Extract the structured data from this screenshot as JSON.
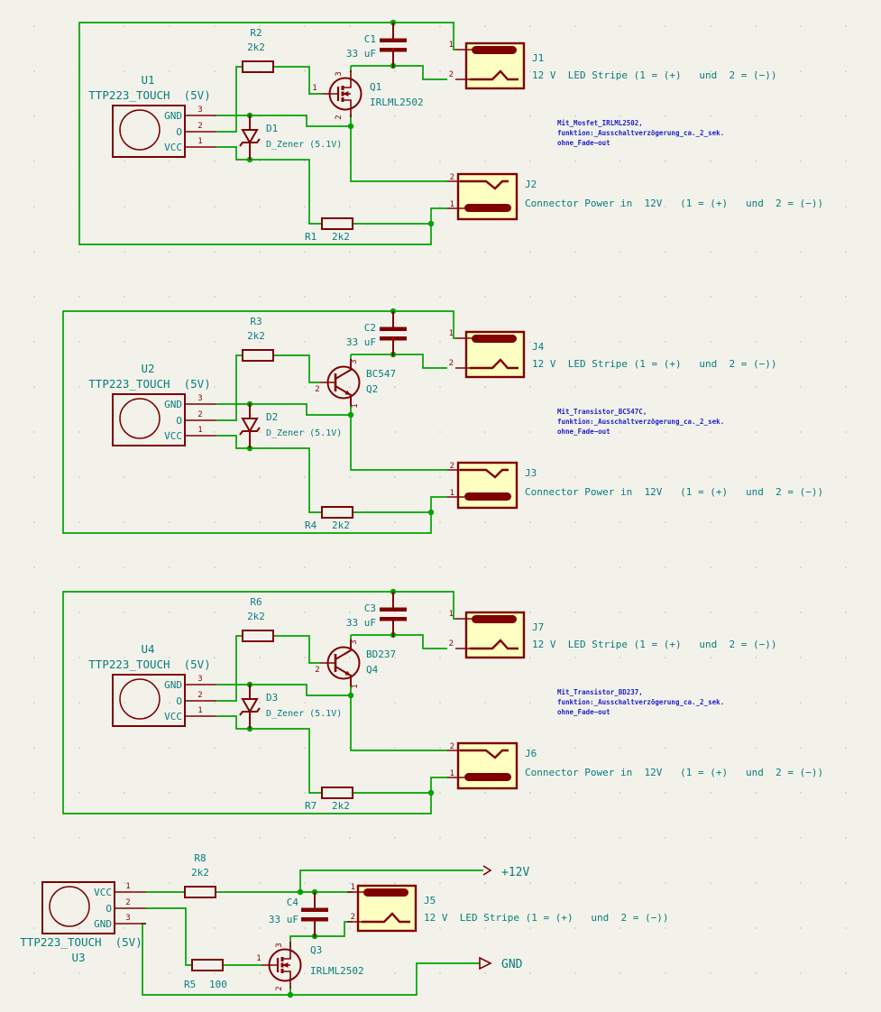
{
  "app": {
    "name": "KiCad schematic canvas"
  },
  "colors": {
    "background": "#F2F2EB",
    "wire": "#00A300",
    "component_outline": "#800000",
    "component_fill": "#FFFFC2",
    "field_text": "#0A7C7C",
    "pin_number": "#8B0000",
    "note_text": "#1D1DC8"
  },
  "circuits": [
    {
      "ic": {
        "ref": "U1",
        "value": "TTP223_TOUCH  (5V)",
        "pins": {
          "top": {
            "num": "3",
            "name": "GND"
          },
          "mid": {
            "num": "2",
            "name": "O"
          },
          "bot": {
            "num": "1",
            "name": "VCC"
          }
        }
      },
      "r_top": {
        "ref": "R2",
        "value": "2k2"
      },
      "cap": {
        "ref": "C1",
        "value": "33 uF"
      },
      "q": {
        "ref": "Q1",
        "value": "IRLML2502",
        "p_top": "3",
        "p_side": "1",
        "p_bot": "2"
      },
      "d": {
        "ref": "D1",
        "value": "D_Zener (5.1V)"
      },
      "r_bot": {
        "ref": "R1",
        "value": "2k2"
      },
      "j_led": {
        "ref": "J1",
        "desc": "12 V  LED Stripe (1 = (+)   und  2 = (−))",
        "p1": "1",
        "p2": "2"
      },
      "j_pwr": {
        "ref": "J2",
        "desc": "Connector Power in  12V   (1 = (+)   und  2 = (−))",
        "p1": "1",
        "p2": "2"
      },
      "note": {
        "l1": "Mit_Mosfet_IRLML2502,",
        "l2": "funktion:_Ausschaltverzögerung_ca._2_sek.",
        "l3": "ohne_Fade−out"
      }
    },
    {
      "ic": {
        "ref": "U2",
        "value": "TTP223_TOUCH  (5V)",
        "pins": {
          "top": {
            "num": "3",
            "name": "GND"
          },
          "mid": {
            "num": "2",
            "name": "O"
          },
          "bot": {
            "num": "1",
            "name": "VCC"
          }
        }
      },
      "r_top": {
        "ref": "R3",
        "value": "2k2"
      },
      "cap": {
        "ref": "C2",
        "value": "33 uF"
      },
      "q": {
        "ref": "Q2",
        "value": "BC547",
        "p_top": "3",
        "p_side": "2",
        "p_bot": "1"
      },
      "d": {
        "ref": "D2",
        "value": "D_Zener (5.1V)"
      },
      "r_bot": {
        "ref": "R4",
        "value": "2k2"
      },
      "j_led": {
        "ref": "J4",
        "desc": "12 V  LED Stripe (1 = (+)   und  2 = (−))",
        "p1": "1",
        "p2": "2"
      },
      "j_pwr": {
        "ref": "J3",
        "desc": "Connector Power in  12V   (1 = (+)   und  2 = (−))",
        "p1": "1",
        "p2": "2"
      },
      "note": {
        "l1": "Mit_Transistor_BC547C,",
        "l2": "funktion:_Ausschaltverzögerung_ca._2_sek.",
        "l3": "ohne_Fade−out"
      }
    },
    {
      "ic": {
        "ref": "U4",
        "value": "TTP223_TOUCH  (5V)",
        "pins": {
          "top": {
            "num": "3",
            "name": "GND"
          },
          "mid": {
            "num": "2",
            "name": "O"
          },
          "bot": {
            "num": "1",
            "name": "VCC"
          }
        }
      },
      "r_top": {
        "ref": "R6",
        "value": "2k2"
      },
      "cap": {
        "ref": "C3",
        "value": "33 uF"
      },
      "q": {
        "ref": "Q4",
        "value": "BD237",
        "p_top": "3",
        "p_side": "2",
        "p_bot": "1"
      },
      "d": {
        "ref": "D3",
        "value": "D_Zener (5.1V)"
      },
      "r_bot": {
        "ref": "R7",
        "value": "2k2"
      },
      "j_led": {
        "ref": "J7",
        "desc": "12 V  LED Stripe (1 = (+)   und  2 = (−))",
        "p1": "1",
        "p2": "2"
      },
      "j_pwr": {
        "ref": "J6",
        "desc": "Connector Power in  12V   (1 = (+)   und  2 = (−))",
        "p1": "1",
        "p2": "2"
      },
      "note": {
        "l1": "Mit_Transistor_BD237,",
        "l2": "funktion:_Ausschaltverzögerung_ca._2_sek.",
        "l3": "ohne_Fade−out"
      }
    },
    {
      "ic": {
        "ref": "U3",
        "value": "TTP223_TOUCH  (5V)",
        "pins": {
          "top": {
            "num": "1",
            "name": "VCC"
          },
          "mid": {
            "num": "2",
            "name": "O"
          },
          "bot": {
            "num": "3",
            "name": "GND"
          }
        }
      },
      "r_top": {
        "ref": "R8",
        "value": "2k2"
      },
      "cap": {
        "ref": "C4",
        "value": "33 uF"
      },
      "q": {
        "ref": "Q3",
        "value": "IRLML2502",
        "p_top": "3",
        "p_side": "1",
        "p_bot": "2"
      },
      "r_gate": {
        "ref": "R5",
        "value": "100"
      },
      "j_led": {
        "ref": "J5",
        "desc": "12 V  LED Stripe (1 = (+)   und  2 = (−))",
        "p1": "1",
        "p2": "2"
      },
      "power": {
        "plus": "+12V",
        "gnd": "GND"
      }
    }
  ]
}
